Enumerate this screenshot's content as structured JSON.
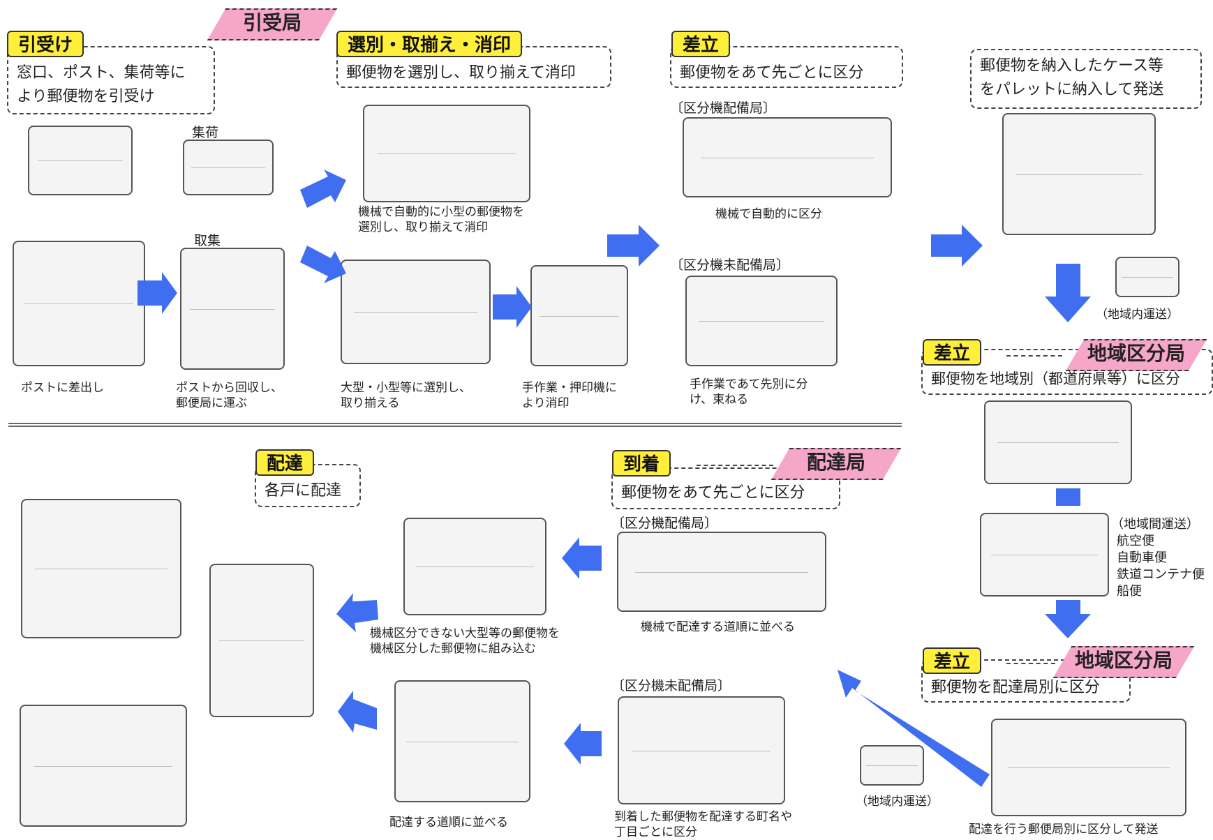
{
  "arrow_color": "#3f6ff0",
  "stage_tag_color": "#ffef3a",
  "office_tag_color": "#f6a6c9",
  "top": {
    "hikiuke": {
      "tag": "引受け",
      "office": "引受局",
      "desc": [
        "窓口、ポスト、集荷等に",
        "より郵便物を引受け"
      ]
    },
    "senbetsu": {
      "tag": "選別・取揃え・消印",
      "desc": "郵便物を選別し、取り揃えて消印"
    },
    "sashitate": {
      "tag": "差立",
      "desc": "郵便物をあて先ごとに区分"
    },
    "pallet": {
      "desc": [
        "郵便物を納入したケース等",
        "をパレットに納入して発送"
      ]
    },
    "shuka": "集荷",
    "shushu": "取集",
    "post_in": "ポストに差出し",
    "post_collect": [
      "ポストから回収し、",
      "郵便局に運ぶ"
    ],
    "machine_cancel": [
      "機械で自動的に小型の郵便物を",
      "選別し、取り揃えて消印"
    ],
    "sort_by_size": [
      "大型・小型等に選別し、",
      "取り揃える"
    ],
    "hand_cancel": [
      "手作業・押印機に",
      "より消印"
    ],
    "machine_office": "〔区分機配備局〕",
    "machine_sort": "機械で自動的に区分",
    "no_machine_office": "〔区分機未配備局〕",
    "hand_sort": [
      "手作業であて先別に分",
      "け、束ねる"
    ]
  },
  "right": {
    "regional_transport_1": "（地域内運送）",
    "sashitate1": {
      "tag": "差立",
      "office": "地域区分局",
      "desc": "郵便物を地域別（都道府県等）に区分"
    },
    "inter_transport": [
      "（地域間運送）",
      "航空便",
      "自動車便",
      "鉄道コンテナ便",
      "船便"
    ],
    "sashitate2": {
      "tag": "差立",
      "office": "地域区分局",
      "desc": "郵便物を配達局別に区分"
    },
    "send_by_office": "配達を行う郵便局別に区分して発送",
    "regional_transport_2": "（地域内運送）"
  },
  "bottom": {
    "haitatsu": {
      "tag": "配達",
      "desc": "各戸に配達"
    },
    "tochaku": {
      "tag": "到着",
      "office": "配達局",
      "desc": "郵便物をあて先ごとに区分"
    },
    "machine_office": "〔区分機配備局〕",
    "machine_route": "機械で配達する道順に並べる",
    "merge_large": [
      "機械区分できない大型等の郵便物を",
      "機械区分した郵便物に組み込む"
    ],
    "no_machine_office": "〔区分機未配備局〕",
    "route_order": "配達する道順に並べる",
    "arrival_sort": [
      "到着した郵便物を配達する町名や",
      "丁目ごとに区分"
    ]
  }
}
